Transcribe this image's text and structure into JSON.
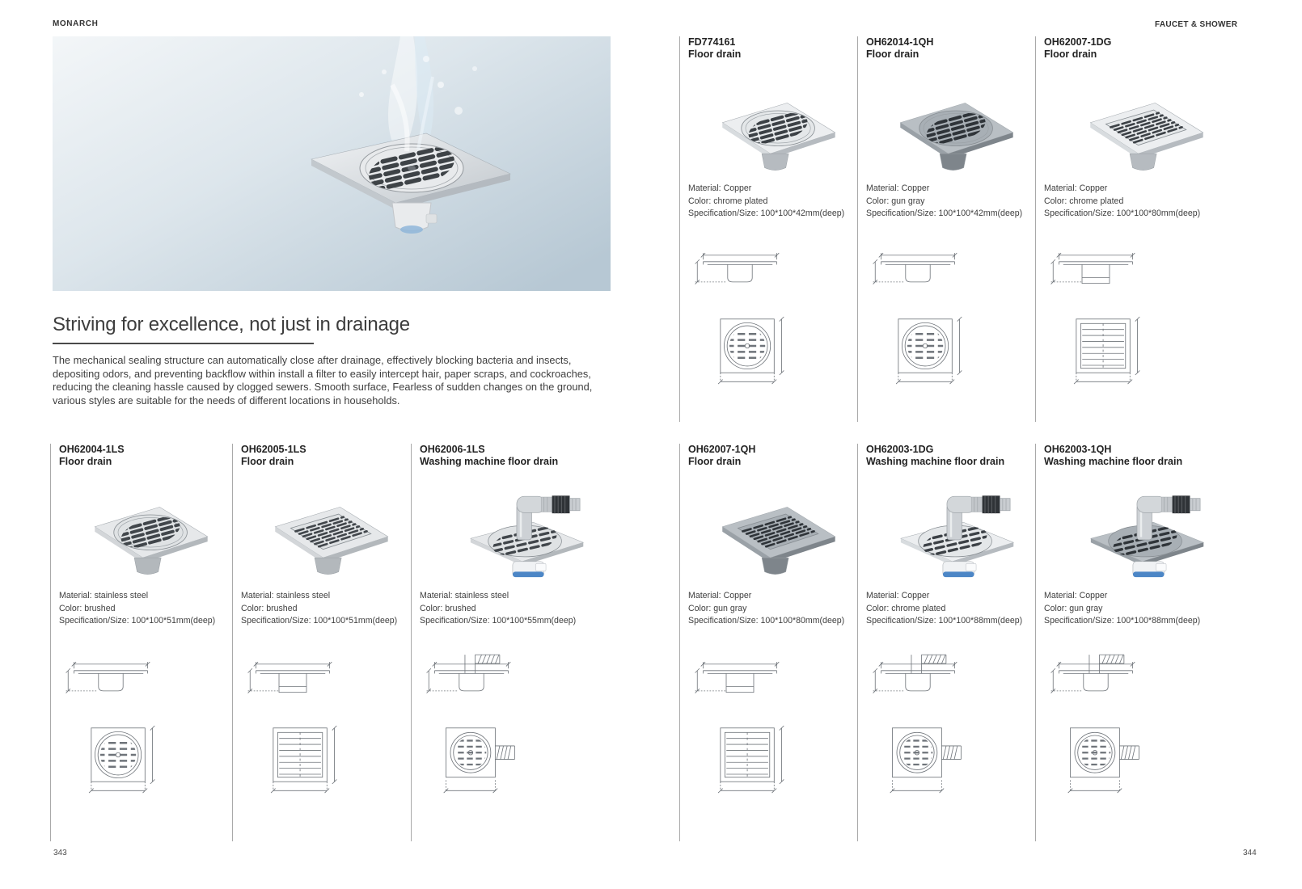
{
  "page": {
    "brand": "MONARCH",
    "category": "FAUCET & SHOWER",
    "page_left": "343",
    "page_right": "344"
  },
  "hero": {
    "heading": "Striving for excellence, not just in drainage",
    "paragraph": "The mechanical sealing structure can automatically close after drainage, effectively blocking bacteria and insects, depositing odors, and preventing backflow within install a filter to easily intercept hair, paper scraps, and cockroaches, reducing the cleaning hassle caused by clogged sewers. Smooth surface, Fearless of sudden changes on the ground, various styles are suitable for the needs of different locations in households.",
    "hero_image_alt": "floor-drain-with-water-splash"
  },
  "colors": {
    "divider_line": "#a9a9a9",
    "chrome_metal": "#d8dcdf",
    "gun_gray_metal": "#9aa1a7",
    "brushed_steel": "#d3d6d9",
    "trap_blue": "#4c86c6"
  },
  "products_top": [
    {
      "code": "FD774161",
      "name": "Floor drain",
      "material": "Material: Copper",
      "color": "Color: chrome plated",
      "spec": "Specification/Size: 100*100*42mm(deep)",
      "style": "round",
      "finish": "chrome"
    },
    {
      "code": "OH62014-1QH",
      "name": "Floor drain",
      "material": "Material: Copper",
      "color": "Color: gun gray",
      "spec": "Specification/Size: 100*100*42mm(deep)",
      "style": "round",
      "finish": "gungray"
    },
    {
      "code": "OH62007-1DG",
      "name": "Floor drain",
      "material": "Material: Copper",
      "color": "Color: chrome plated",
      "spec": "Specification/Size: 100*100*80mm(deep)",
      "style": "grid",
      "finish": "chrome"
    }
  ],
  "products_bottom": [
    {
      "code": "OH62004-1LS",
      "name": "Floor drain",
      "material": "Material: stainless steel",
      "color": "Color: brushed",
      "spec": "Specification/Size: 100*100*51mm(deep)",
      "style": "round",
      "finish": "brushed"
    },
    {
      "code": "OH62005-1LS",
      "name": "Floor drain",
      "material": "Material: stainless steel",
      "color": "Color: brushed",
      "spec": "Specification/Size: 100*100*51mm(deep)",
      "style": "grid",
      "finish": "brushed"
    },
    {
      "code": "OH62006-1LS",
      "name": "Washing machine floor drain",
      "material": "Material: stainless steel",
      "color": "Color: brushed",
      "spec": "Specification/Size: 100*100*55mm(deep)",
      "style": "washing",
      "finish": "brushed"
    },
    {
      "code": "OH62007-1QH",
      "name": "Floor drain",
      "material": "Material: Copper",
      "color": "Color: gun gray",
      "spec": "Specification/Size: 100*100*80mm(deep)",
      "style": "grid",
      "finish": "gungray"
    },
    {
      "code": "OH62003-1DG",
      "name": "Washing machine floor drain",
      "material": "Material: Copper",
      "color": "Color: chrome plated",
      "spec": "Specification/Size: 100*100*88mm(deep)",
      "style": "washing",
      "finish": "chrome"
    },
    {
      "code": "OH62003-1QH",
      "name": "Washing machine floor drain",
      "material": "Material: Copper",
      "color": "Color: gun gray",
      "spec": "Specification/Size: 100*100*88mm(deep)",
      "style": "washing",
      "finish": "gungray"
    }
  ]
}
